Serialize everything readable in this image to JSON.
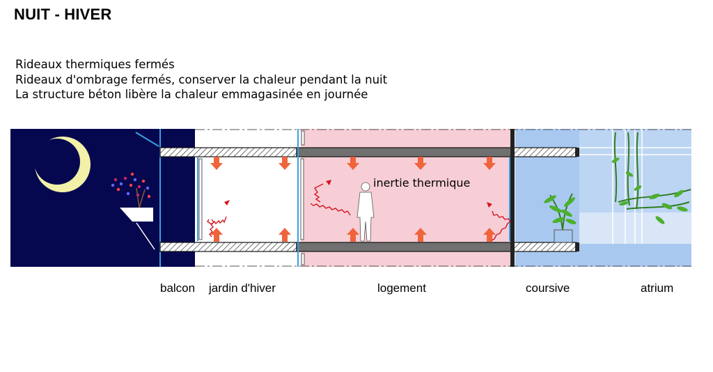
{
  "title": "NUIT - HIVER",
  "description": [
    "Rideaux thermiques fermés",
    "Rideaux d'ombrage fermés, conserver la chaleur pendant la nuit",
    "La structure béton libère la chaleur emmagasinée en journée"
  ],
  "zones": {
    "balcon": "balcon",
    "jardin": "jardin d'hiver",
    "logement": "logement",
    "coursive": "coursive",
    "atrium": "atrium"
  },
  "inertia_label": "inertie thermique",
  "colors": {
    "night_sky": "#06084f",
    "moon": "#f3f0a8",
    "logement_fill": "#f7ced6",
    "coursive_fill": "#a9c8ef",
    "slab": "#707070",
    "heat_arrow": "#f0643c",
    "radiation": "#d4141e",
    "glazing": "#3aa0e0"
  }
}
